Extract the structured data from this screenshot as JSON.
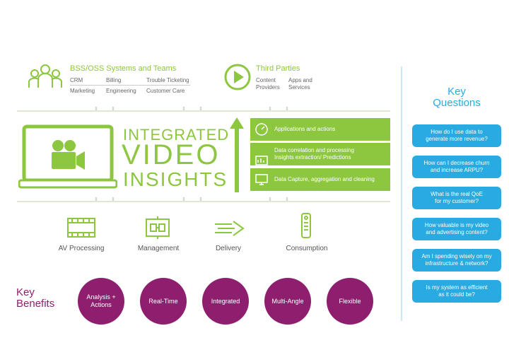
{
  "bss": {
    "title": "BSS/OSS Systems and Teams",
    "row1": [
      "CRM",
      "Billing",
      "Trouble Ticketing"
    ],
    "row2": [
      "Marketing",
      "Engineering",
      "Customer Care"
    ]
  },
  "third": {
    "title": "Third Parties",
    "items": [
      "Content\nProviders",
      "Apps and\nServices"
    ]
  },
  "brand": {
    "line1": "INTEGRATED",
    "line2": "VIDEO",
    "line3": "INSIGHTS"
  },
  "layers": [
    "Applications and actions",
    "Data correlation and processing\nInsights extraction/ Predictions",
    "Data Capture, aggregation and cleaning"
  ],
  "process": [
    "AV Processing",
    "Management",
    "Delivery",
    "Consumption"
  ],
  "benefits": {
    "title": "Key\nBenefits",
    "items": [
      "Analysis +\nActions",
      "Real-Time",
      "Integrated",
      "Multi-Angle",
      "Flexible"
    ]
  },
  "questions": {
    "title": "Key\nQuestions",
    "items": [
      "How do I use data to\ngenerate more revenue?",
      "How can I decrease churn\nand increase ARPU?",
      "What is the real QoE\nfor my customer?",
      "How valuable is my video\nand advertising content?",
      "Am I spending wisely on my\ninfrastructure &  network?",
      "Is my system as efficient\nas it could be?"
    ]
  },
  "colors": {
    "green": "#8dc63f",
    "blue": "#29abe2",
    "purple": "#8e1f6f"
  },
  "icons": [
    "people-icon",
    "play-icon",
    "video-camera-icon",
    "film-strip-icon",
    "network-icon",
    "arrows-icon",
    "remote-icon"
  ]
}
